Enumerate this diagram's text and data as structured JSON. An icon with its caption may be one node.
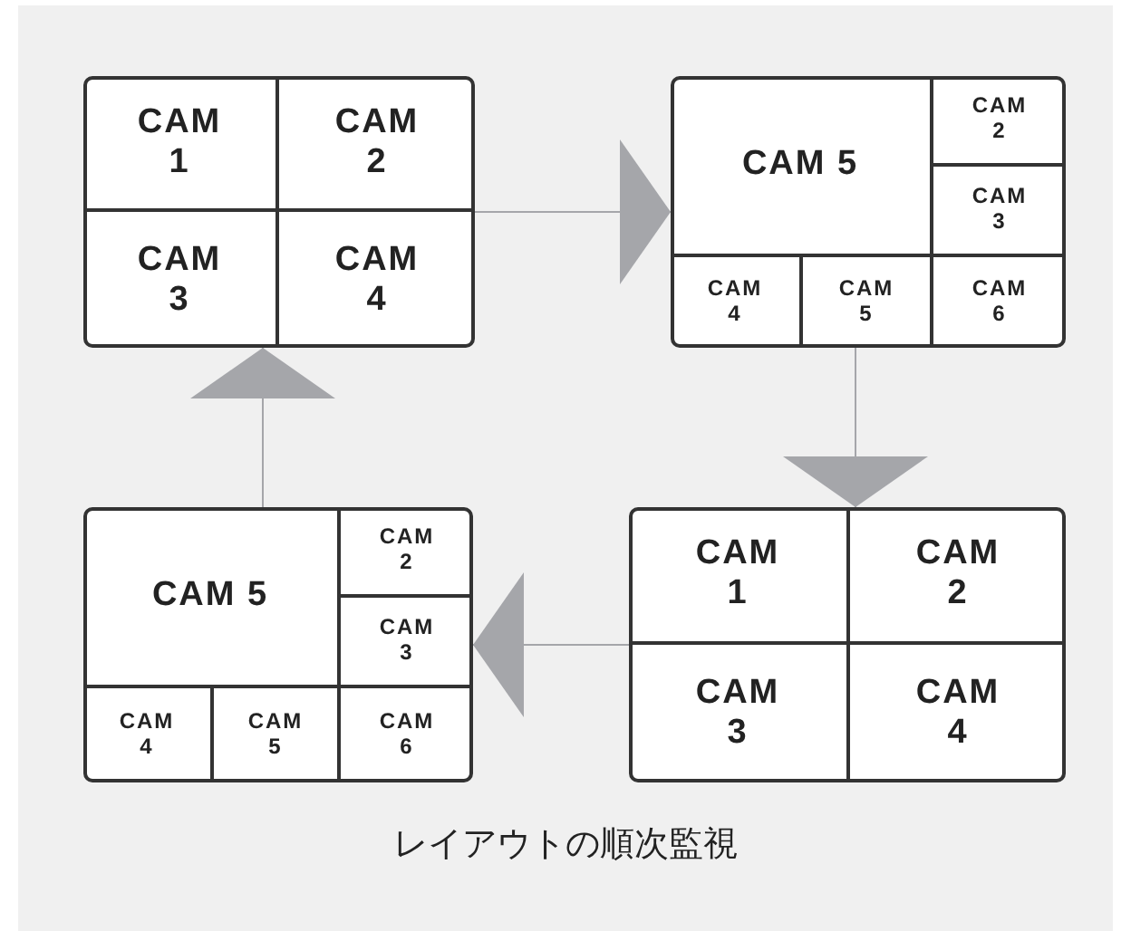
{
  "diagram": {
    "caption": "レイアウトの順次監視",
    "nodes": [
      {
        "text": [],
        "shape": "box"
      },
      {
        "text": [
          "CAM 1"
        ],
        "in": 0
      },
      {
        "text": [
          "CAM 2"
        ],
        "in": 0
      },
      {
        "text": [
          "CAM 3"
        ],
        "in": 0
      },
      {
        "text": [
          "CAM 4"
        ],
        "in": 0
      },
      {
        "text": [],
        "shape": "box"
      },
      {
        "text": [
          "CAM 5"
        ],
        "in": 5
      },
      {
        "text": [
          "CAM 2"
        ],
        "in": 5
      },
      {
        "text": [
          "CAM 3"
        ],
        "in": 5
      },
      {
        "text": [
          "CAM 4"
        ],
        "in": 5
      },
      {
        "text": [
          "CAM 5"
        ],
        "in": 5
      },
      {
        "text": [
          "CAM 6"
        ],
        "in": 5
      },
      {
        "text": [],
        "shape": "box"
      },
      {
        "text": [
          "CAM 5"
        ],
        "in": 12
      },
      {
        "text": [
          "CAM 2"
        ],
        "in": 12
      },
      {
        "text": [
          "CAM 3"
        ],
        "in": 12
      },
      {
        "text": [
          "CAM 4"
        ],
        "in": 12
      },
      {
        "text": [
          "CAM 5"
        ],
        "in": 12
      },
      {
        "text": [
          "CAM 6"
        ],
        "in": 12
      },
      {
        "text": [],
        "shape": "box"
      },
      {
        "text": [
          "CAM 1"
        ],
        "in": 19
      },
      {
        "text": [
          "CAM 2"
        ],
        "in": 19
      },
      {
        "text": [
          "CAM 3"
        ],
        "in": 19
      },
      {
        "text": [
          "CAM 4"
        ],
        "in": 19
      }
    ],
    "edges": [
      {
        "from": 0,
        "to": 5,
        "arrow": "to"
      },
      {
        "from": 5,
        "to": 19,
        "arrow": "to"
      },
      {
        "from": 19,
        "to": 12,
        "arrow": "to"
      },
      {
        "from": 12,
        "to": 0,
        "arrow": "to"
      }
    ]
  }
}
